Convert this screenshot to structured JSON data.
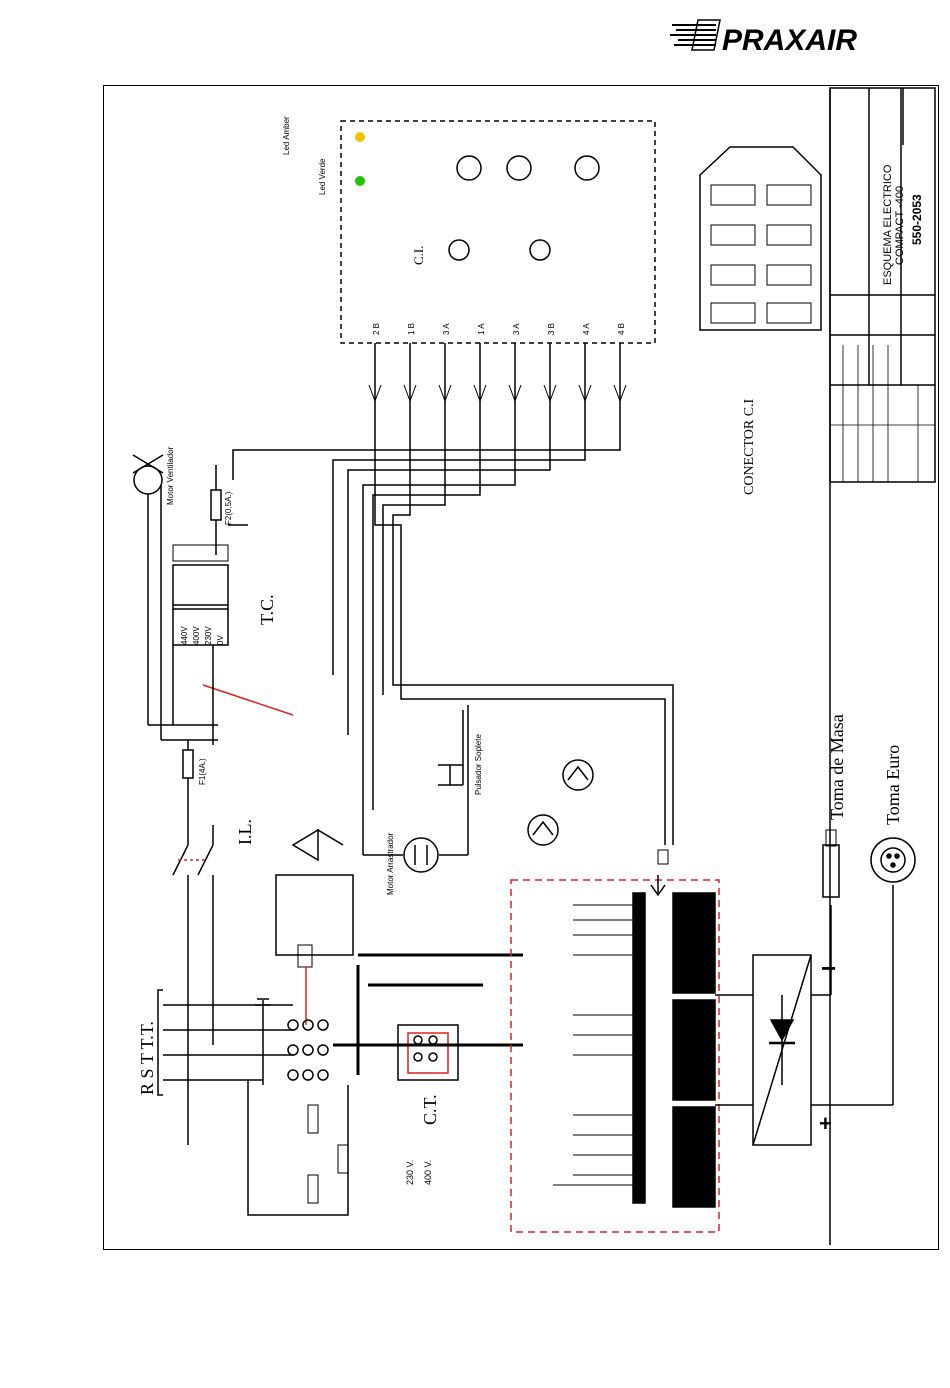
{
  "brand": {
    "name": "PRAXAIR",
    "color": "#000000"
  },
  "title_block": {
    "title": "ESQUEMA ELECTRICO",
    "model": "COMPACT -400",
    "drawing_number": "550-2053"
  },
  "labels": {
    "supply": "R S T T.T.",
    "switch": "I.L.",
    "transformer_control": "T.C.",
    "transformer_current": "C.T.",
    "circuit": "C.I.",
    "connector": "CONECTOR C.I",
    "ground_socket": "Toma de Masa",
    "euro_socket": "Toma Euro",
    "minus": "−",
    "plus": "+",
    "led_yellow": "Led Amber",
    "led_green": "Led Verde",
    "fan_motor": "Motor Ventilador",
    "wire_motor": "Motor Arrastrador",
    "gun_button": "Pulsador Soplete",
    "fuse_1": "F1(4A.)",
    "fuse_2": "F2(0,5A.)",
    "voltages_ct": [
      "230 V.",
      "400 V."
    ],
    "voltages_tc": [
      "440V",
      "400V",
      "230V",
      "0V"
    ],
    "ic_pins": [
      "2 B",
      "1 B",
      "3 A",
      "1 A",
      "3 A",
      "3 B",
      "4 A",
      "4 B"
    ]
  },
  "colors": {
    "dashed_box": "#e02020",
    "led_yellow": "#f2c200",
    "led_green": "#22c000",
    "title_green": "#1a8a1a"
  }
}
